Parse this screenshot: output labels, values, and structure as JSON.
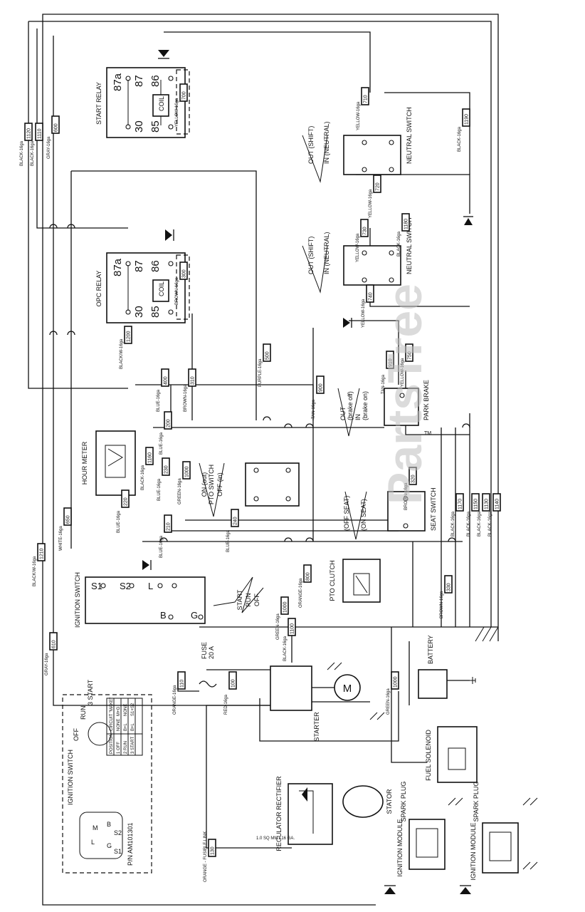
{
  "watermark": "PartsTree",
  "watermark_tm": "TM",
  "components": {
    "start_relay": "START RELAY",
    "opc_relay": "OPC RELAY",
    "neutral_switch": "NEUTRAL SWITCH",
    "park_brake": "PARK BRAKE",
    "seat_switch": "SEAT SWITCH",
    "pto_switch": "PTO SWITCH",
    "pto_clutch": "PTO CLUTCH",
    "hour_meter": "HOUR METER",
    "ignition_switch": "IGNITION SWITCH",
    "fuse": "FUSE",
    "fuse_rating": "20 A",
    "starter": "STARTER",
    "battery": "BATTERY",
    "fuel_solenoid": "FUEL SOLENOID",
    "regulator_rectifier": "REGULATOR RECTIFIER",
    "stator": "STATOR",
    "ignition_module": "IGNITION MODULE",
    "spark_plug": "SPARK PLUG",
    "coil": "COIL",
    "motor": "M"
  },
  "relay_terminals": [
    "87a",
    "87",
    "86",
    "30",
    "85"
  ],
  "positions": {
    "neutral_out": "OUT (SHIFT)",
    "neutral_in": "IN (NEUTRAL)",
    "brake_out": "OUT",
    "brake_out_note": "(brake off)",
    "brake_in": "IN",
    "brake_in_note": "(brake on)",
    "pto_on": "ON (out)",
    "pto_off": "OFF (in)",
    "seat_off": "(OFF SEAT)",
    "seat_on": "(ON SEAT)",
    "ign_start": "START",
    "ign_run": "RUN",
    "ign_off": "OFF"
  },
  "ignition_terminals": [
    "S1",
    "S2",
    "L",
    "B",
    "G",
    "M"
  ],
  "wires": [
    {
      "id": "w1",
      "label": "BLACK-16ga",
      "number": "1120"
    },
    {
      "id": "w2",
      "label": "BLACK-16ga",
      "number": "1110"
    },
    {
      "id": "w3",
      "label": "GRAY-16ga",
      "number": "600"
    },
    {
      "id": "w4",
      "label": "YELLOW-16ga",
      "number": "700"
    },
    {
      "id": "w5",
      "label": "YELLOW-16ga",
      "number": "710"
    },
    {
      "id": "w6",
      "label": "BROWN-16ga",
      "number": "300"
    },
    {
      "id": "w7",
      "label": "BLACK/W-16ga",
      "number": "1200"
    },
    {
      "id": "w8",
      "label": "BLUE-16ga",
      "number": "400"
    },
    {
      "id": "w9",
      "label": "BROWN-16ga",
      "number": "310"
    },
    {
      "id": "w10",
      "label": "PURPLE-16ga",
      "number": "500"
    },
    {
      "id": "w11",
      "label": "TAN-16ga",
      "number": "900"
    },
    {
      "id": "w12",
      "label": "TAN-16ga",
      "number": "910"
    },
    {
      "id": "w13",
      "label": "YELLOW-16ga",
      "number": "750"
    },
    {
      "id": "w14",
      "label": "YELLOW-16ga",
      "number": "720"
    },
    {
      "id": "w15",
      "label": "YELLOW-16ga",
      "number": "730"
    },
    {
      "id": "w16",
      "label": "YELLOW-16ga",
      "number": "740"
    },
    {
      "id": "w17",
      "label": "BLACK-16ga",
      "number": "1180"
    },
    {
      "id": "w18",
      "label": "BLACK-16ga",
      "number": "1190"
    },
    {
      "id": "w19",
      "label": "BROWN-16ga",
      "number": "320"
    },
    {
      "id": "w20",
      "label": "BLACK-16ga",
      "number": "1170"
    },
    {
      "id": "w21",
      "label": "BLACK-16ga",
      "number": "1150"
    },
    {
      "id": "w22",
      "label": "BLACK-16ga",
      "number": "1130"
    },
    {
      "id": "w23",
      "label": "BLACK-16ga",
      "number": "1140"
    },
    {
      "id": "w24",
      "label": "BROWN-16ga",
      "number": "330"
    },
    {
      "id": "w25",
      "label": "GREEN-16ga",
      "number": "1000"
    },
    {
      "id": "w26",
      "label": "ORANGE-16ga",
      "number": "800"
    },
    {
      "id": "w27",
      "label": "BLUE-16ga",
      "number": "200"
    },
    {
      "id": "w28",
      "label": "BLUE-16ga",
      "number": "210"
    },
    {
      "id": "w29",
      "label": "BLUE-16ga",
      "number": "220"
    },
    {
      "id": "w30",
      "label": "BLUE-16ga",
      "number": "230"
    },
    {
      "id": "w31",
      "label": "BLUE-16ga",
      "number": "240"
    },
    {
      "id": "w32",
      "label": "BLACK-16ga",
      "number": "1160"
    },
    {
      "id": "w33",
      "label": "WHITE-16ga",
      "number": "650"
    },
    {
      "id": "w34",
      "label": "BLACK/W-16ga",
      "number": "1210"
    },
    {
      "id": "w35",
      "label": "GRAY-16ga",
      "number": "610"
    },
    {
      "id": "w36",
      "label": "ORANGE-16ga",
      "number": "110"
    },
    {
      "id": "w37",
      "label": "RED-16ga",
      "number": "100"
    },
    {
      "id": "w38",
      "label": "BLACK-16ga",
      "number": "1100"
    },
    {
      "id": "w39",
      "label": "GREEN-16ga",
      "number": "1000"
    },
    {
      "id": "w40",
      "label": "ORANGE - FUSIBLE LINK",
      "number": "130"
    },
    {
      "id": "w41",
      "label": "GREEN-16ga",
      "number": "1000"
    }
  ],
  "fusible_link_size": "1.0 SQ MM / 16 GA.",
  "ignition_table": {
    "title": "IGNITION SWITCH",
    "part_number": "P/N AM101301",
    "positions": [
      "OFF",
      "RUN",
      "3 START"
    ],
    "headers": [
      "POSITION",
      "CIRCUIT \"MAKE\""
    ],
    "rows": [
      [
        "1 OFF",
        "NONE",
        "M+G"
      ],
      [
        "2 RUN",
        "B+L",
        "NONE"
      ],
      [
        "3 START",
        "B+L",
        "S1+S2"
      ]
    ]
  }
}
